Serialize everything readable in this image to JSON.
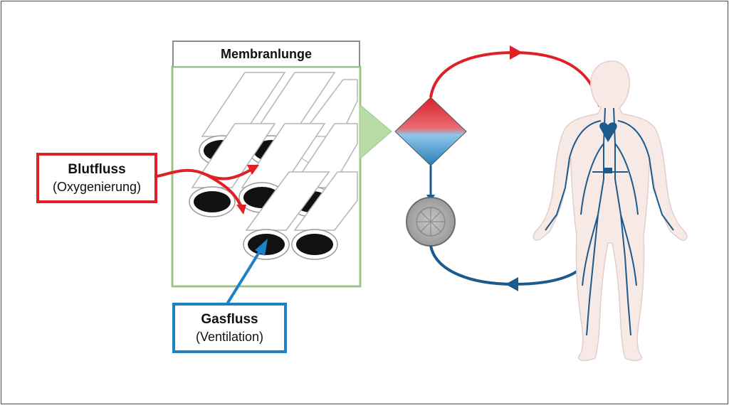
{
  "membrane_lung": {
    "title": "Membranlunge"
  },
  "blood_flow": {
    "label": "Blutfluss",
    "sublabel": "(Oxygenierung)"
  },
  "gas_flow": {
    "label": "Gasfluss",
    "sublabel": "(Ventilation)"
  },
  "colors": {
    "blood": "#e02027",
    "gas": "#1b82c4",
    "venous": "#1d5a8c",
    "membrane_border": "#9cc48a",
    "body_fill": "#f7e9e6"
  }
}
